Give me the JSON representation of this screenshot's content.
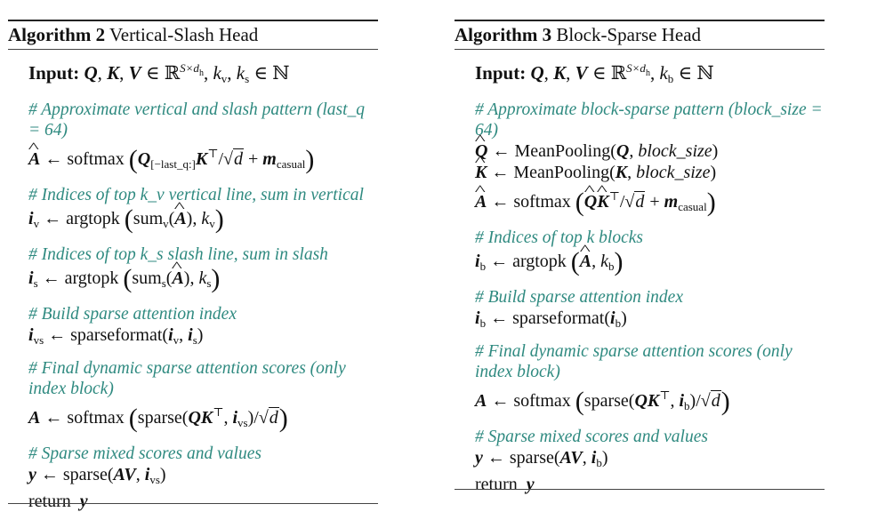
{
  "algorithms": [
    {
      "number_label": "Algorithm 2",
      "title": "Vertical-Slash Head",
      "input_label": "Input:",
      "input_expr": "Q, K, V ∈ ℝ^{S×d_h}, k_v, k_s ∈ ℕ",
      "steps": [
        {
          "comment": "# Approximate vertical and slash pattern (last_q = 64)",
          "lines": [
            "Â ← softmax(Q_[−last_q:] K^⊤ / √d + m_casual)"
          ]
        },
        {
          "comment": "# Indices of top k_v vertical line, sum in vertical",
          "lines": [
            "i_v ← argtopk(sum_v(Â), k_v)"
          ]
        },
        {
          "comment": "# Indices of top k_s slash line, sum in slash",
          "lines": [
            "i_s ← argtopk(sum_s(Â), k_s)"
          ]
        },
        {
          "comment": "# Build sparse attention index",
          "lines": [
            "i_vs ← sparseformat(i_v, i_s)"
          ]
        },
        {
          "comment": "# Final dynamic sparse attention scores (only index block)",
          "lines": [
            "A ← softmax(sparse(QK^⊤, i_vs) / √d)"
          ]
        },
        {
          "comment": "# Sparse mixed scores and values",
          "lines": [
            "y ← sparse(AV, i_vs)",
            "return y"
          ]
        }
      ]
    },
    {
      "number_label": "Algorithm 3",
      "title": "Block-Sparse Head",
      "input_label": "Input:",
      "input_expr": "Q, K, V ∈ ℝ^{S×d_h}, k_b ∈ ℕ",
      "steps": [
        {
          "comment": "# Approximate block-sparse pattern (block_size = 64)",
          "lines": [
            "Q̂ ← MeanPooling(Q, block_size)",
            "K̂ ← MeanPooling(K, block_size)",
            "Â ← softmax(Q̂K̂^⊤ / √d + m_casual)"
          ]
        },
        {
          "comment": "# Indices of top k blocks",
          "lines": [
            "i_b ← argtopk(Â, k_b)"
          ]
        },
        {
          "comment": "# Build sparse attention index",
          "lines": [
            "i_b ← sparseformat(i_b)"
          ]
        },
        {
          "comment": "# Final dynamic sparse attention scores (only index block)",
          "lines": [
            "A ← softmax(sparse(QK^⊤, i_b) / √d)"
          ]
        },
        {
          "comment": "# Sparse mixed scores and values",
          "lines": [
            "y ← sparse(AV, i_b)",
            "return y"
          ]
        }
      ]
    }
  ],
  "tokens": {
    "arrow": "←",
    "softmax": "softmax",
    "argtopk": "argtopk",
    "sum": "sum",
    "sparseformat": "sparseformat",
    "sparse": "sparse",
    "meanpooling": "MeanPooling",
    "block_size": "block_size",
    "return": "return",
    "casual": "casual",
    "last_q": "[−last_q:]",
    "in": "∈",
    "reals": "ℝ",
    "naturals": "ℕ",
    "top": "⊤",
    "sqrt": "√",
    "d": "d",
    "sxdh": "S×d",
    "h": "h"
  }
}
